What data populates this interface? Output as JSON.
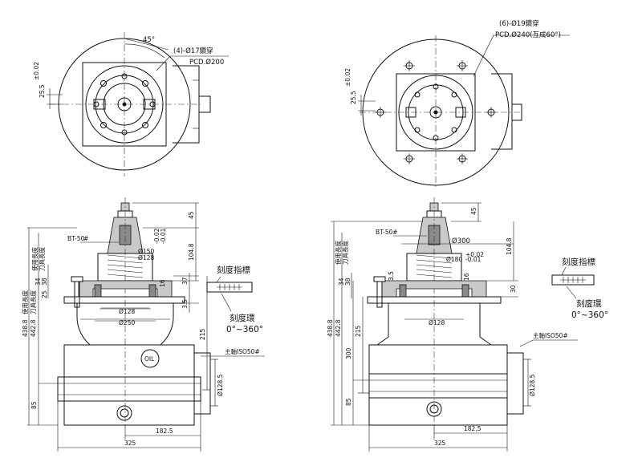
{
  "top_left": {
    "callout_holes": "(4)-Ø17鑽穿",
    "callout_pcd": "PCD.Ø200",
    "angle": "45°",
    "dim_v": "25.5",
    "dim_v_tol": "±0.02"
  },
  "top_right": {
    "callout_holes": "(6)-Ø19鑽穿",
    "callout_pcd": "PCD.Ø240(互成60°)",
    "dim_v": "25.5",
    "dim_v_tol": "±0.02"
  },
  "front_left": {
    "bt": "BT-50",
    "bt_mark": "#",
    "d150": "Ø150",
    "d128a": "Ø128",
    "tol_a": "-0.02",
    "tol_b": "-0.01",
    "d128b": "Ø128",
    "d250": "Ø250",
    "oil": "OIL",
    "dim_45": "45",
    "dim_104_8": "104.8",
    "dim_37": "37",
    "dim_3_5": "3.5",
    "dim_215": "215",
    "dim_16": "16",
    "dim_38": "38",
    "dim_34": "34",
    "dim_25": "25",
    "dim_438_8": "438.8",
    "dim_442_8": "442.8",
    "dim_85": "85",
    "dim_182_5": "182.5",
    "dim_325": "325",
    "dim_d128_5": "Ø128.5",
    "lbl_use_len_a": "使用長度",
    "lbl_tool_len_a": "刀具長度",
    "lbl_use_len_b": "使用長度",
    "lbl_tool_len_b": "刀具長度",
    "lbl_pointer": "刻度指標",
    "lbl_ring": "刻度環",
    "lbl_range": "0°~360°",
    "lbl_spindle": "主軸ISO50#"
  },
  "front_right": {
    "bt": "BT-50#",
    "d300": "Ø300",
    "d180": "Ø180",
    "tol_a": "+0.02",
    "tol_b": "-0.01",
    "d128": "Ø128",
    "dim_45": "45",
    "dim_104_8": "104.8",
    "dim_30": "30",
    "dim_3_5": "3.5",
    "dim_16": "16",
    "dim_38": "38",
    "dim_34": "34",
    "dim_438_8": "438.8",
    "dim_442_8": "442.8",
    "dim_215": "215",
    "dim_300": "300",
    "dim_85": "85",
    "dim_182_5": "182.5",
    "dim_325": "325",
    "dim_d128_5": "Ø128.5",
    "lbl_use_len_a": "使用長度",
    "lbl_tool_len_a": "刀具長度",
    "lbl_pointer": "刻度指標",
    "lbl_ring": "刻度環",
    "lbl_range": "0°~360°",
    "lbl_spindle": "主軸ISO50#"
  }
}
